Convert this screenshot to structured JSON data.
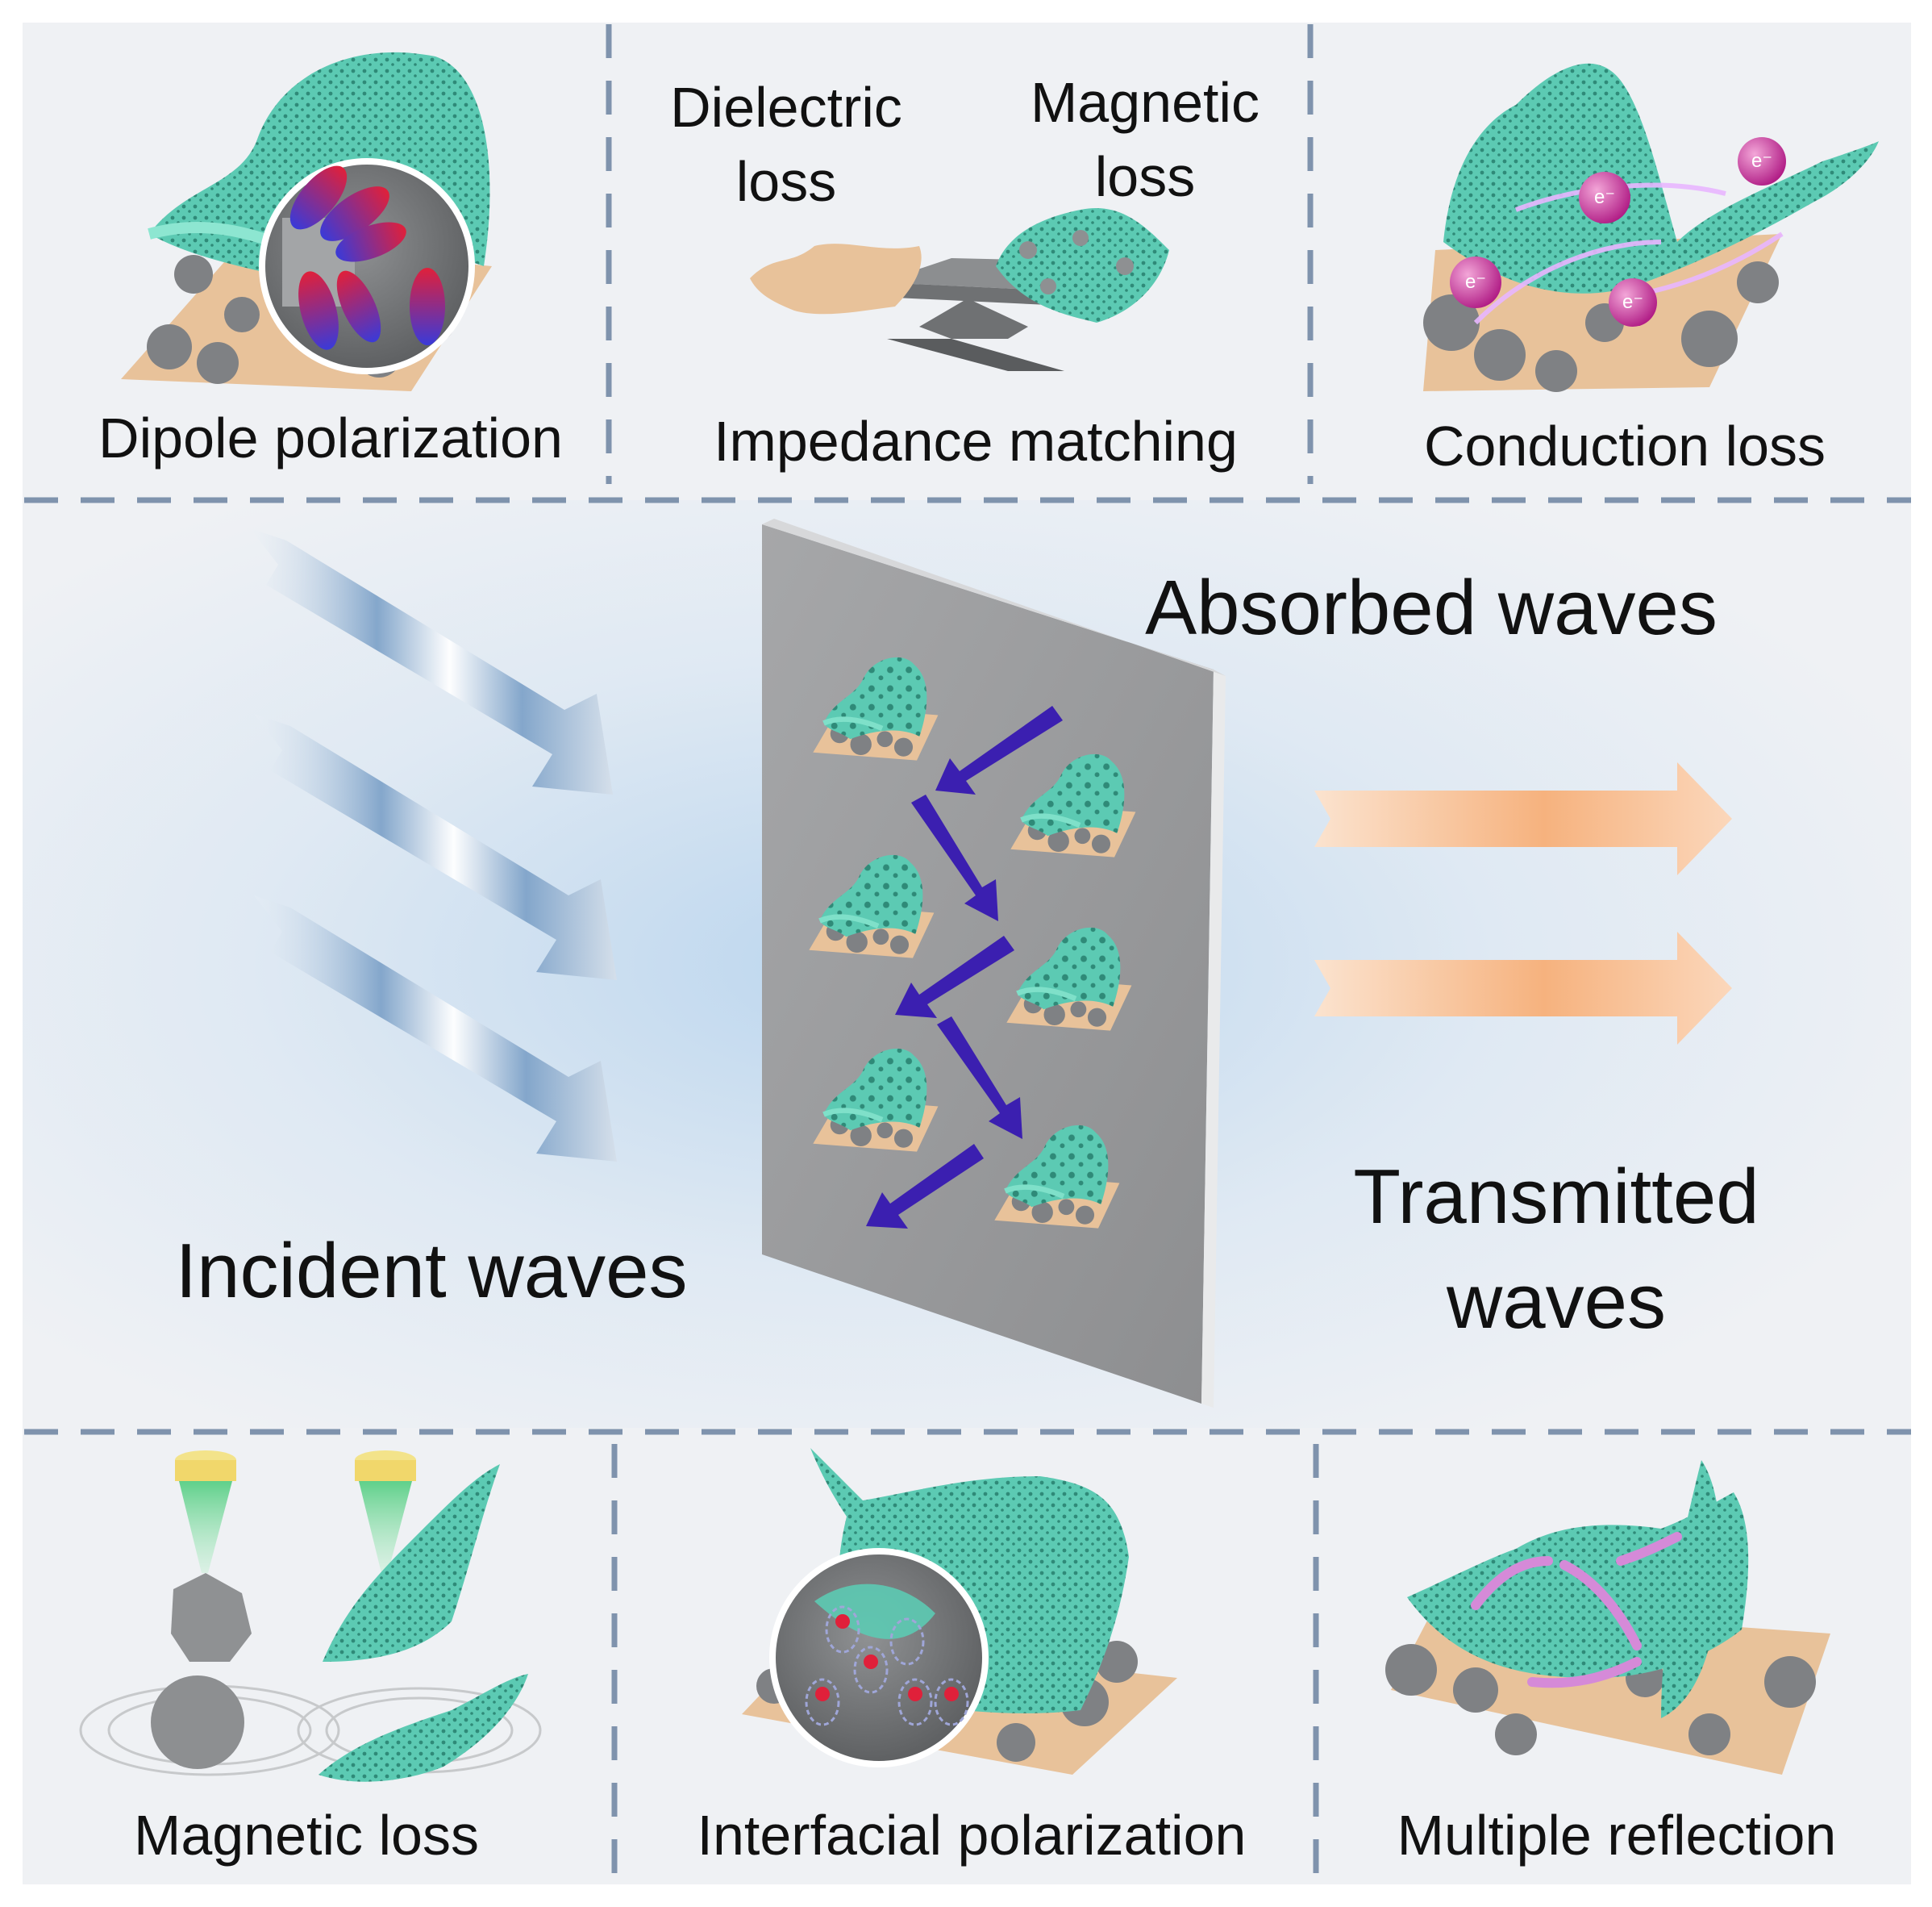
{
  "labels": {
    "dipole_polarization": "Dipole polarization",
    "dielectric_loss": [
      "Dielectric",
      "loss"
    ],
    "magnetic_loss_top": [
      "Magnetic",
      "loss"
    ],
    "impedance_matching": "Impedance matching",
    "conduction_loss": "Conduction loss",
    "absorbed_waves": "Absorbed waves",
    "incident_waves": "Incident waves",
    "transmitted_waves": [
      "Transmitted",
      "waves"
    ],
    "magnetic_loss_bottom": "Magnetic loss",
    "interfacial_polarization": "Interfacial polarization",
    "multiple_reflection": "Multiple reflection",
    "electron_symbol": "e⁻"
  },
  "colors": {
    "mesh": "#5ccab3",
    "mesh_dark": "#2f9c86",
    "substrate": "#e8c29a",
    "rock": "#8a8c8f",
    "panel": "#9a9b9d",
    "incident_arrow": "#6f97c2",
    "transmitted_arrow": "#f6b27e",
    "reflection_arrow": "#3b1fb0",
    "divider": "#7f93ad",
    "electron": "#d63aa5",
    "dipole_positive": "#e0203a",
    "dipole_negative": "#3a3ad8"
  }
}
